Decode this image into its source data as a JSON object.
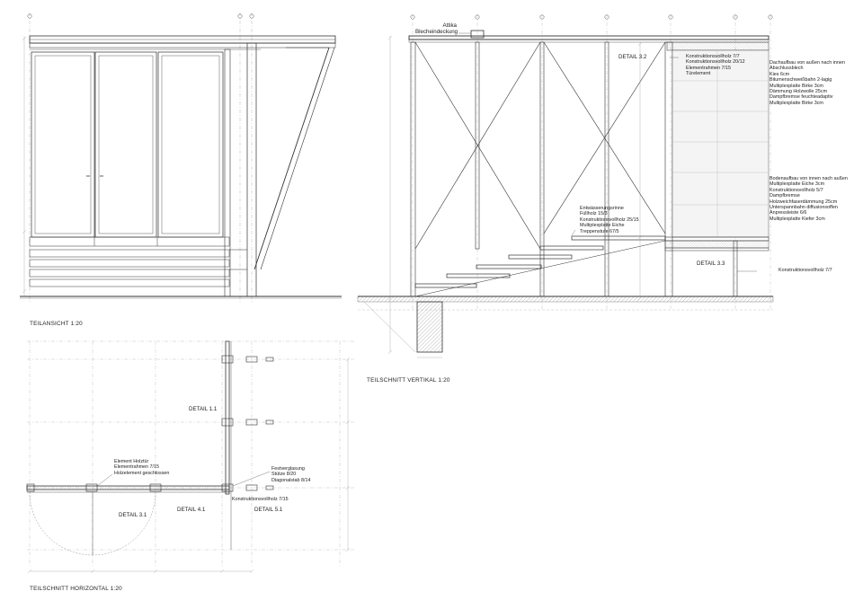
{
  "titles": {
    "elevation": "TEILANSICHT 1:20",
    "vertical": "TEILSCHNITT VERTIKAL 1:20",
    "horizontal": "TEILSCHNITT HORIZONTAL 1:20"
  },
  "vertical": {
    "attika": [
      "Attika",
      "Blecheindeckung"
    ],
    "detail_32": "DETAIL 3.2",
    "detail_33": "DETAIL 3.3",
    "top_layers": [
      "Konstruktionsvollholz 7/7",
      "Konstruktionsvollholz 20/12",
      "Elementrahmen 7/15",
      "Türelement"
    ],
    "roof_build": [
      "Dachaufbau von außen nach innen",
      "Abschlussblech",
      "Kies 6cm",
      "Bitumenschweißbahn 2-lagig",
      "Multiplexplatte Birke 3cm",
      "Dämmung Holzwolle 25cm",
      "Dampfbremse feuchteadaptiv",
      "Multiplexplatte Birke 3cm"
    ],
    "floor_build": [
      "Bodenaufbau von innen nach außen",
      "Multiplexplatte Eiche 3cm",
      "Konstruktionsvollholz 5/7",
      "Dampfbremse",
      "Holzweichfaserdämmung 25cm",
      "Unterspannbahn diffusionsoffen",
      "Anpressleiste 6/6",
      "Multiplexplatte Kiefer 3cm"
    ],
    "stair": [
      "Entwässerungsrinne",
      "Füllholz 15/3",
      "Konstruktionsvollholz 25/15",
      "Multiplexplatte Eiche",
      "Treppenstufe 67/5"
    ],
    "beam_right": "Konstruktionsvollholz 7/7"
  },
  "horizontal": {
    "detail_11": "DETAIL 1.1",
    "detail_31": "DETAIL 3.1",
    "detail_41": "DETAIL 4.1",
    "detail_51": "DETAIL 5.1",
    "door": [
      "Element Holztür",
      "Elementrahmen 7/15",
      "Holzelement geschlossen"
    ],
    "glazing": [
      "Festverglasung",
      "Stütze 8/20",
      "Diagonalstab 8/14"
    ],
    "kvh": "Konstruktionsvollholz 7/15"
  }
}
